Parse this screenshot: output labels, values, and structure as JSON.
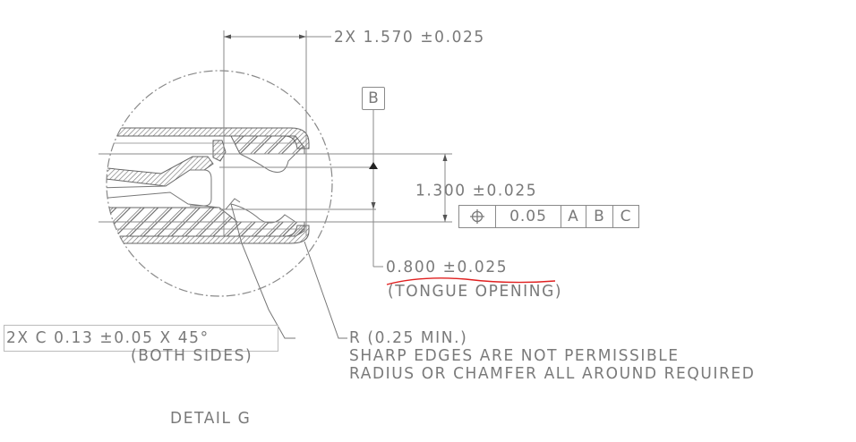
{
  "drawing": {
    "title": "DETAIL G",
    "dimensions": {
      "width_2x": "2X 1.570 ±0.025",
      "height": "1.300 ±0.025",
      "tongue_opening": "0.800 ±0.025",
      "tongue_opening_note": "(TONGUE OPENING)"
    },
    "datum": "B",
    "feature_control_frame": {
      "symbol": "position-icon",
      "tolerance": "0.05",
      "datums": [
        "A",
        "B",
        "C"
      ]
    },
    "chamfer_note": {
      "line1": "2X C 0.13 ±0.05 X 45°",
      "line2": "(BOTH SIDES)"
    },
    "radius_note": {
      "line1": "R (0.25 MIN.)",
      "line2": "SHARP EDGES ARE NOT PERMISSIBLE",
      "line3": "RADIUS OR CHAMFER ALL AROUND REQUIRED"
    },
    "colors": {
      "line": "#8a8a8a",
      "text": "#7a7a7a",
      "markup_underline": "#e02020"
    }
  }
}
